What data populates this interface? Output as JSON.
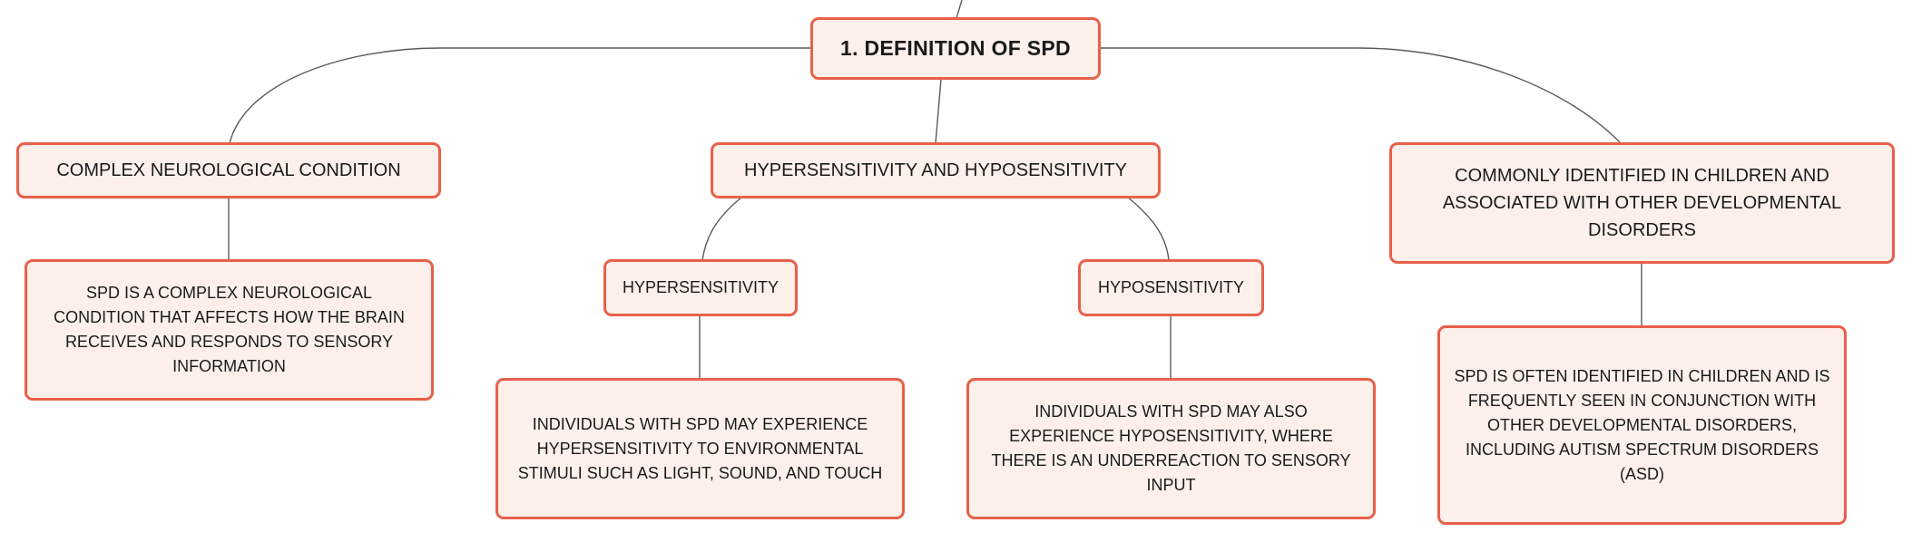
{
  "diagram": {
    "root": {
      "label": "1. DEFINITION OF SPD"
    },
    "branches": {
      "complex": {
        "label": "COMPLEX NEUROLOGICAL CONDITION",
        "detail": "SPD IS A COMPLEX NEUROLOGICAL CONDITION THAT AFFECTS HOW THE BRAIN RECEIVES AND RESPONDS TO SENSORY INFORMATION"
      },
      "sensitivity": {
        "label": "HYPERSENSITIVITY AND HYPOSENSITIVITY",
        "hyper": {
          "label": "HYPERSENSITIVITY",
          "detail": "INDIVIDUALS WITH SPD MAY EXPERIENCE HYPERSENSITIVITY TO ENVIRONMENTAL STIMULI SUCH AS LIGHT, SOUND, AND TOUCH"
        },
        "hypo": {
          "label": "HYPOSENSITIVITY",
          "detail": "INDIVIDUALS WITH SPD MAY ALSO EXPERIENCE HYPOSENSITIVITY, WHERE THERE IS AN UNDERREACTION TO SENSORY INPUT"
        }
      },
      "children": {
        "label": "COMMONLY IDENTIFIED IN CHILDREN AND ASSOCIATED WITH OTHER DEVELOPMENTAL DISORDERS",
        "detail": "SPD IS OFTEN IDENTIFIED IN CHILDREN AND IS FREQUENTLY SEEN IN CONJUNCTION WITH OTHER DEVELOPMENTAL DISORDERS, INCLUDING AUTISM SPECTRUM DISORDERS (ASD)"
      }
    },
    "colors": {
      "node_fill": "#fdf0ea",
      "node_border": "#e8604a",
      "connector": "#5a5a5a",
      "text": "#1a1a1a"
    }
  }
}
